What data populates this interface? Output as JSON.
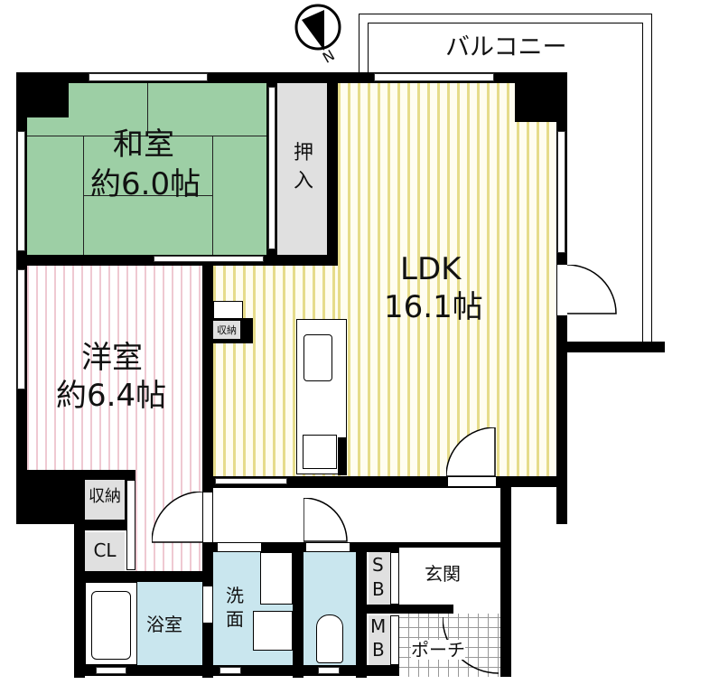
{
  "compass": {
    "label": "N",
    "icon": "compass-north-icon"
  },
  "rooms": {
    "washitsu": {
      "name": "和室",
      "size": "約6.0帖",
      "color": "#9dcfa5"
    },
    "oshiire": {
      "name": "押入"
    },
    "ldk": {
      "name": "LDK",
      "size": "16.1帖",
      "color": "#e6dc8a"
    },
    "balcony": {
      "name": "バルコニー"
    },
    "yoshitsu": {
      "name": "洋室",
      "size": "約6.4帖",
      "color": "#efc9d2"
    },
    "ldk_storage": {
      "name": "収納"
    },
    "storage": {
      "name": "収納"
    },
    "closet": {
      "name": "CL"
    },
    "bath": {
      "name": "浴室",
      "color": "#c9e6ee"
    },
    "washroom": {
      "name_line1": "洗",
      "name_line2": "面"
    },
    "shoebox": {
      "line1": "S",
      "line2": "B"
    },
    "entrance": {
      "name": "玄関"
    },
    "meterbox": {
      "line1": "M",
      "line2": "B"
    },
    "porch": {
      "name": "ポーチ"
    }
  }
}
